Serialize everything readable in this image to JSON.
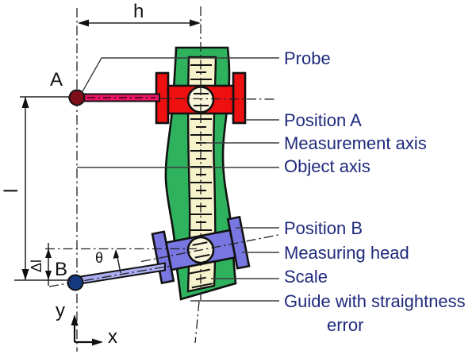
{
  "diagram": {
    "dimension_labels": {
      "h": "h",
      "l": "l",
      "delta_l": "Δl",
      "theta": "θ"
    },
    "point_labels": {
      "a": "A",
      "b": "B"
    },
    "axis_labels": {
      "x": "x",
      "y": "y"
    },
    "callouts": {
      "probe": "Probe",
      "position_a": "Position A",
      "measurement_axis": "Measurement axis",
      "object_axis": "Object axis",
      "position_b": "Position B",
      "measuring_head": "Measuring head",
      "scale": "Scale",
      "guide_line1": "Guide with straightness",
      "guide_line2": "error"
    },
    "colors": {
      "guide_green": "#2fb25e",
      "scale_cream": "#f6f2cb",
      "carriage_red": "#ee1010",
      "probe_rod_magenta": "#ec1566",
      "probe_ball_dark_red": "#7d0e18",
      "head_blue": "#7876e0",
      "head_rod_light_blue": "#abaff2",
      "ball_navy": "#133a80",
      "callout_text_navy": "#1e2a7b",
      "line_black": "#1a1a1a"
    }
  }
}
